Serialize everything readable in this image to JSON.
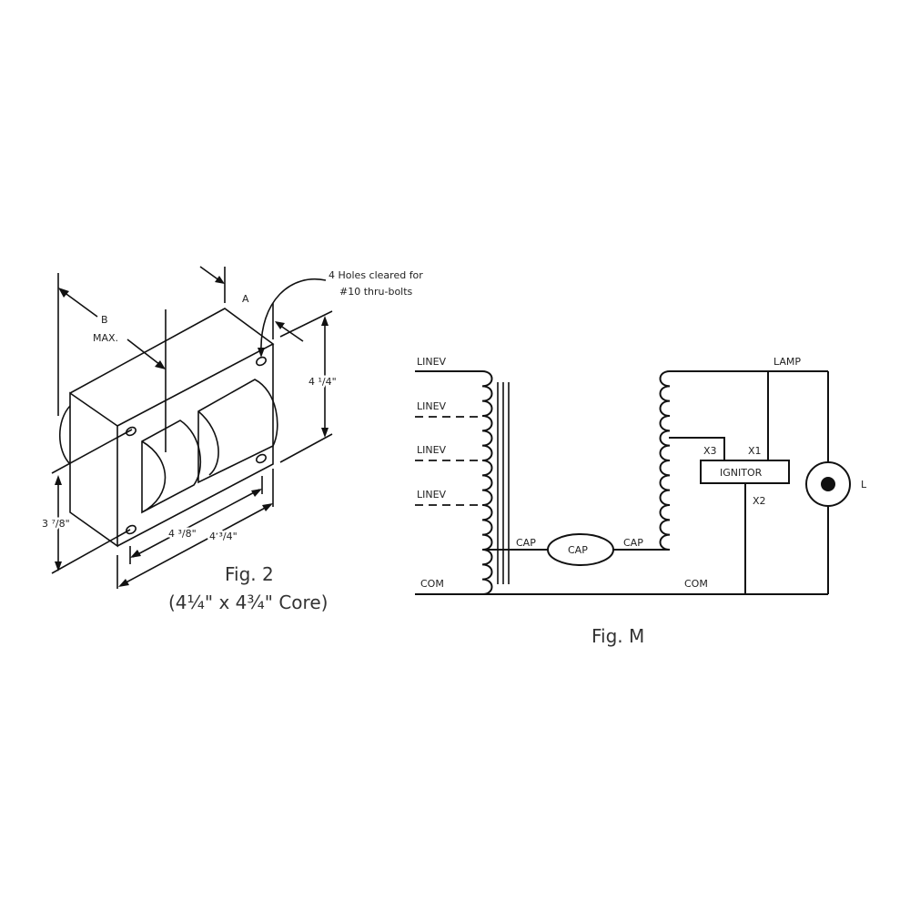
{
  "fig2": {
    "title": "Fig. 2",
    "subtitle": "(4¼\" x 4¾\" Core)",
    "note_line1": "4 Holes cleared for",
    "note_line2": "#10 thru-bolts",
    "dim_a": "A",
    "dim_b": "B",
    "dim_b_max": "MAX.",
    "dim_height": "4 ¹/4\"",
    "dim_depth": "3 ⁷/8\"",
    "dim_inner_length": "4 ³/8\"",
    "dim_outer_length": "4 ³/4\""
  },
  "figM": {
    "title": "Fig. M",
    "taps": [
      "LINEV",
      "LINEV",
      "LINEV",
      "LINEV"
    ],
    "com_left": "COM",
    "com_right": "COM",
    "cap_left": "CAP",
    "cap_right": "CAP",
    "cap_component": "CAP",
    "lamp": "LAMP",
    "ignitor": "IGNITOR",
    "x1": "X1",
    "x2": "X2",
    "x3": "X3",
    "lamp_symbol": "L"
  }
}
